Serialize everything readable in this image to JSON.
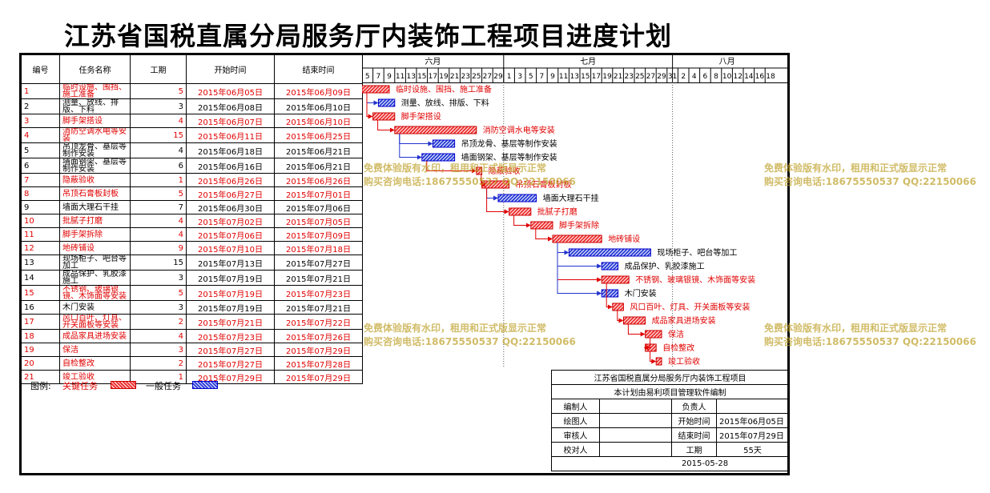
{
  "title": "江苏省国税直属分局服务厅内装饰工程项目进度计划",
  "headers": {
    "no": "编号",
    "name": "任务名称",
    "dur": "工期",
    "start": "开始时间",
    "end": "结束时间"
  },
  "months": [
    {
      "label": "六月"
    },
    {
      "label": "七月"
    },
    {
      "label": "八月"
    }
  ],
  "day_ticks": [
    "5",
    "7",
    "9",
    "11",
    "13",
    "15",
    "17",
    "19",
    "21",
    "23",
    "25",
    "27",
    "29",
    "1",
    "3",
    "5",
    "7",
    "9",
    "11",
    "13",
    "15",
    "17",
    "19",
    "21",
    "23",
    "25",
    "27",
    "29",
    "31",
    "2",
    "4",
    "6",
    "8",
    "10",
    "12",
    "14",
    "16",
    "18"
  ],
  "tasks": [
    {
      "no": "1",
      "name": "临时设施、围挡、施工准备",
      "dur": "5",
      "start": "2015年06月05日",
      "end": "2015年06月09日",
      "critical": true,
      "s": 0,
      "d": 5
    },
    {
      "no": "2",
      "name": "测量、放线、排版、下料",
      "dur": "3",
      "start": "2015年06月08日",
      "end": "2015年06月10日",
      "critical": false,
      "s": 3,
      "d": 3
    },
    {
      "no": "3",
      "name": "脚手架搭设",
      "dur": "4",
      "start": "2015年06月07日",
      "end": "2015年06月10日",
      "critical": true,
      "s": 2,
      "d": 4
    },
    {
      "no": "4",
      "name": "消防空调水电等安装",
      "dur": "15",
      "start": "2015年06月11日",
      "end": "2015年06月25日",
      "critical": true,
      "s": 6,
      "d": 15
    },
    {
      "no": "5",
      "name": "吊顶龙骨、基层等制作安装",
      "dur": "4",
      "start": "2015年06月18日",
      "end": "2015年06月21日",
      "critical": false,
      "s": 13,
      "d": 4
    },
    {
      "no": "6",
      "name": "墙面钢架、基层等制作安装",
      "dur": "6",
      "start": "2015年06月16日",
      "end": "2015年06月21日",
      "critical": false,
      "s": 11,
      "d": 6
    },
    {
      "no": "7",
      "name": "隐蔽验收",
      "dur": "1",
      "start": "2015年06月26日",
      "end": "2015年06月26日",
      "critical": true,
      "s": 21,
      "d": 1
    },
    {
      "no": "8",
      "name": "吊顶石膏板封板",
      "dur": "5",
      "start": "2015年06月27日",
      "end": "2015年07月01日",
      "critical": true,
      "s": 22,
      "d": 5
    },
    {
      "no": "9",
      "name": "墙面大理石干挂",
      "dur": "7",
      "start": "2015年06月30日",
      "end": "2015年07月06日",
      "critical": false,
      "s": 25,
      "d": 7
    },
    {
      "no": "10",
      "name": "批腻子打磨",
      "dur": "4",
      "start": "2015年07月02日",
      "end": "2015年07月05日",
      "critical": true,
      "s": 27,
      "d": 4
    },
    {
      "no": "11",
      "name": "脚手架拆除",
      "dur": "4",
      "start": "2015年07月06日",
      "end": "2015年07月09日",
      "critical": true,
      "s": 31,
      "d": 4
    },
    {
      "no": "12",
      "name": "地砖铺设",
      "dur": "9",
      "start": "2015年07月10日",
      "end": "2015年07月18日",
      "critical": true,
      "s": 35,
      "d": 9
    },
    {
      "no": "13",
      "name": "现场柜子、吧台等加工",
      "dur": "15",
      "start": "2015年07月13日",
      "end": "2015年07月27日",
      "critical": false,
      "s": 38,
      "d": 15
    },
    {
      "no": "14",
      "name": "成品保护、乳胶漆施工",
      "dur": "3",
      "start": "2015年07月19日",
      "end": "2015年07月21日",
      "critical": false,
      "s": 44,
      "d": 3
    },
    {
      "no": "15",
      "name": "不锈钢、玻璃银镜、木饰面等安装",
      "dur": "5",
      "start": "2015年07月19日",
      "end": "2015年07月23日",
      "critical": true,
      "s": 44,
      "d": 5
    },
    {
      "no": "16",
      "name": "木门安装",
      "dur": "3",
      "start": "2015年07月19日",
      "end": "2015年07月21日",
      "critical": false,
      "s": 44,
      "d": 3
    },
    {
      "no": "17",
      "name": "风口百叶、灯具、开关面板等安装",
      "dur": "2",
      "start": "2015年07月21日",
      "end": "2015年07月22日",
      "critical": true,
      "s": 46,
      "d": 2
    },
    {
      "no": "18",
      "name": "成品家具进场安装",
      "dur": "4",
      "start": "2015年07月23日",
      "end": "2015年07月26日",
      "critical": true,
      "s": 48,
      "d": 4
    },
    {
      "no": "19",
      "name": "保洁",
      "dur": "3",
      "start": "2015年07月27日",
      "end": "2015年07月29日",
      "critical": true,
      "s": 52,
      "d": 3
    },
    {
      "no": "20",
      "name": "自检整改",
      "dur": "2",
      "start": "2015年07月27日",
      "end": "2015年07月28日",
      "critical": true,
      "s": 52,
      "d": 2
    },
    {
      "no": "21",
      "name": "竣工验收",
      "dur": "1",
      "start": "2015年07月29日",
      "end": "2015年07月29日",
      "critical": true,
      "s": 54,
      "d": 1
    }
  ],
  "links": [
    [
      0,
      1
    ],
    [
      0,
      2
    ],
    [
      2,
      3
    ],
    [
      3,
      4
    ],
    [
      3,
      5
    ],
    [
      5,
      6
    ],
    [
      6,
      7
    ],
    [
      7,
      8
    ],
    [
      7,
      9
    ],
    [
      9,
      10
    ],
    [
      10,
      11
    ],
    [
      11,
      12
    ],
    [
      11,
      13
    ],
    [
      11,
      14
    ],
    [
      11,
      15
    ],
    [
      14,
      16
    ],
    [
      16,
      17
    ],
    [
      17,
      18
    ],
    [
      18,
      19
    ],
    [
      19,
      20
    ]
  ],
  "legend": {
    "label": "图例:",
    "critical": "关键任务",
    "normal": "一般任务"
  },
  "info": {
    "project": "江苏省国税直属分局服务厅内装饰工程项目",
    "software": "本计划由易利项目管理软件编制",
    "compiler_label": "编制人",
    "owner_label": "负责人",
    "drawer_label": "绘图人",
    "start_label": "开始时间",
    "start_value": "2015年06月05日",
    "reviewer_label": "审核人",
    "end_label": "结束时间",
    "end_value": "2015年07月29日",
    "checker_label": "校对人",
    "dur_label": "工期",
    "dur_value": "55天",
    "date": "2015-05-28"
  },
  "watermark": {
    "line1": "免费体验版有水印，租用和正式版显示正常",
    "line2": "购买咨询电话:18675550537 QQ:22150066"
  },
  "colors": {
    "critical": "#e00000",
    "normal": "#2233cc"
  }
}
